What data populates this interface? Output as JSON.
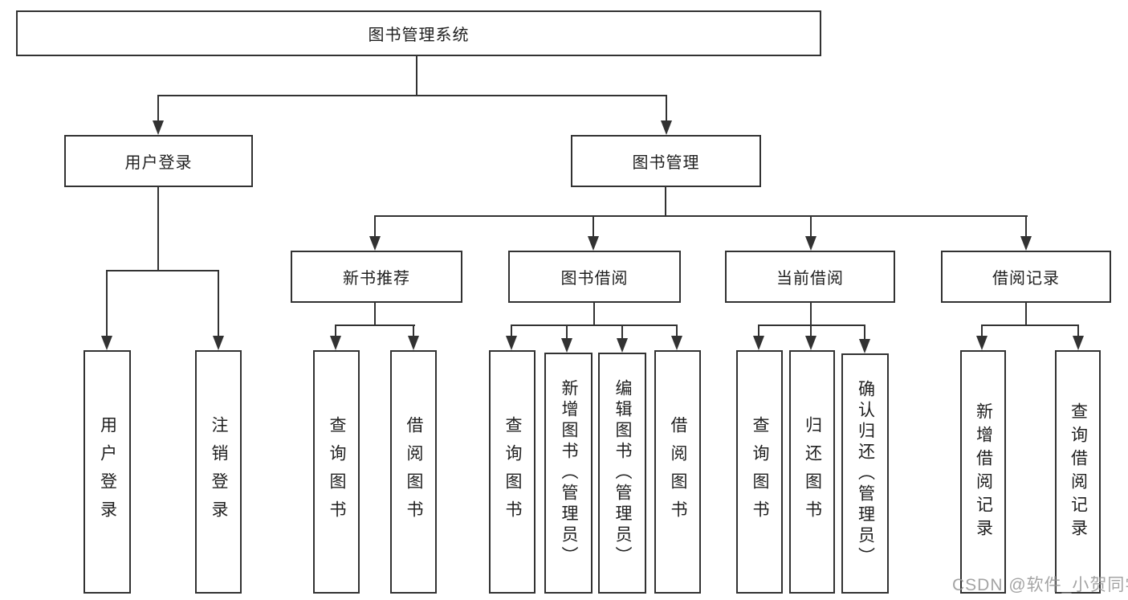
{
  "diagram": {
    "title_node": {
      "label": "图书管理系统"
    },
    "level2": {
      "user_login": {
        "label": "用户登录"
      },
      "book_mgmt": {
        "label": "图书管理"
      }
    },
    "level3": {
      "new_book_rec": {
        "label": "新书推荐"
      },
      "book_borrow": {
        "label": "图书借阅"
      },
      "current_borrow": {
        "label": "当前借阅"
      },
      "borrow_records": {
        "label": "借阅记录"
      }
    },
    "leaves": {
      "user_login_children": [
        {
          "label": "用户登录"
        },
        {
          "label": "注销登录"
        }
      ],
      "new_book_rec_children": [
        {
          "label": "查询图书"
        },
        {
          "label": "借阅图书"
        }
      ],
      "book_borrow_children": [
        {
          "label": "查询图书"
        },
        {
          "label": "新增图书（管理员）"
        },
        {
          "label": "编辑图书（管理员）"
        },
        {
          "label": "借阅图书"
        }
      ],
      "current_borrow_children": [
        {
          "label": "查询图书"
        },
        {
          "label": "归还图书"
        },
        {
          "label": "确认归还（管理员）"
        }
      ],
      "borrow_records_children": [
        {
          "label": "新增借阅记录"
        },
        {
          "label": "查询借阅记录"
        }
      ]
    },
    "colors": {
      "line": "#323232",
      "text": "#1f1f1f",
      "background": "#ffffff"
    }
  },
  "watermark": {
    "text": "CSDN @软件_小贺同学"
  }
}
